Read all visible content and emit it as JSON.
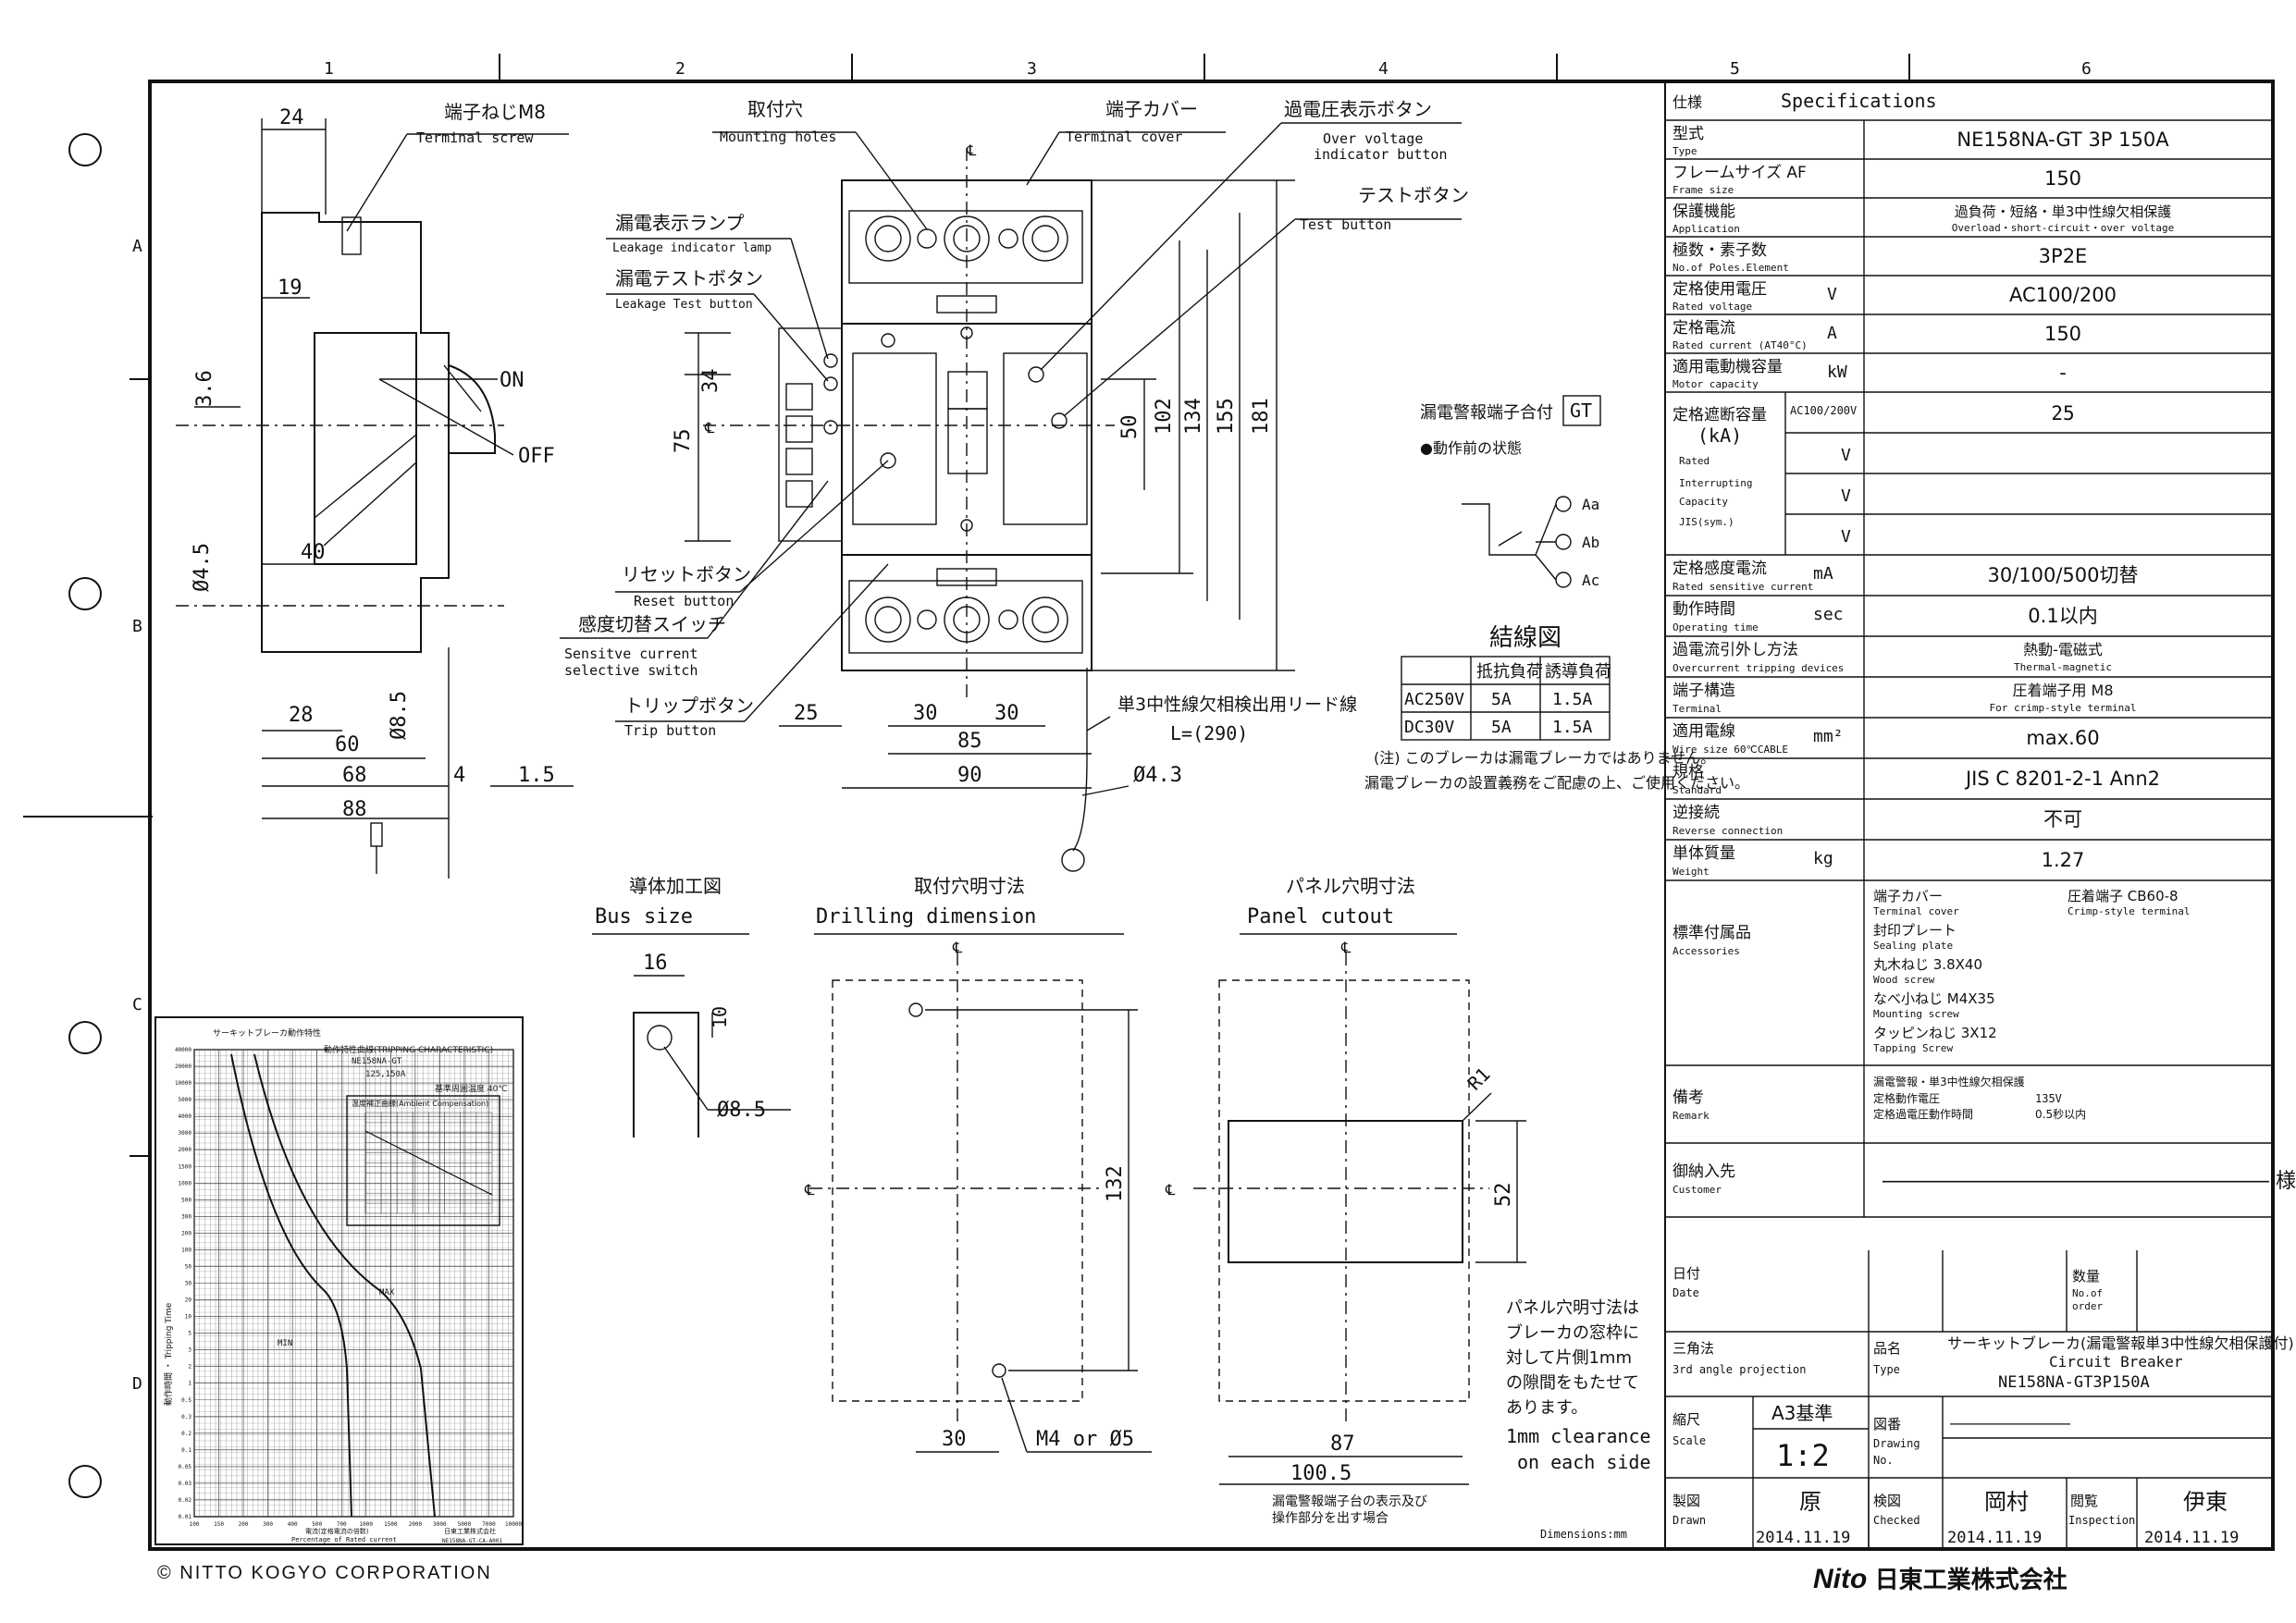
{
  "grid": {
    "cols": [
      "1",
      "2",
      "3",
      "4",
      "5",
      "6"
    ],
    "rows": [
      "A",
      "B",
      "C",
      "D"
    ]
  },
  "side_view": {
    "terminal_screw_jp": "端子ねじM8",
    "terminal_screw_en": "Terminal screw",
    "dims": {
      "d24": "24",
      "d19": "19",
      "d36": "3.6",
      "d45": "Ø4.5",
      "d40": "40",
      "d28": "28",
      "d60": "60",
      "d85": "Ø8.5",
      "d68": "68",
      "d4": "4",
      "d15": "1.5",
      "d88": "88"
    },
    "on": "ON",
    "off": "OFF"
  },
  "front_view": {
    "mounting_holes_jp": "取付穴",
    "mounting_holes_en": "Mounting holes",
    "terminal_cover_jp": "端子カバー",
    "terminal_cover_en": "Terminal cover",
    "ov_button_jp": "過電圧表示ボタン",
    "ov_button_en1": "Over voltage",
    "ov_button_en2": "indicator button",
    "test_button_jp": "テストボタン",
    "test_button_en": "Test button",
    "leak_lamp_jp": "漏電表示ランプ",
    "leak_lamp_en": "Leakage indicator lamp",
    "leak_test_jp": "漏電テストボタン",
    "leak_test_en": "Leakage Test button",
    "reset_jp": "リセットボタン",
    "reset_en": "Reset button",
    "sens_jp": "感度切替スイッチ",
    "sens_en1": "Sensitve current",
    "sens_en2": "selective switch",
    "trip_jp": "トリップボタン",
    "trip_en": "Trip button",
    "lead_jp": "単3中性線欠相検出用リード線",
    "lead_len": "L=(290)",
    "dims": {
      "d34": "34",
      "d75": "75",
      "d50": "50",
      "d102": "102",
      "d134": "134",
      "d155": "155",
      "d181": "181",
      "d25": "25",
      "d30a": "30",
      "d30b": "30",
      "d85": "85",
      "d90": "90",
      "d43": "Ø4.3"
    },
    "cl": "℄"
  },
  "alarm": {
    "title_jp": "漏電警報端子合付",
    "gt": "GT",
    "state_jp": "●動作前の状態",
    "aa": "Aa",
    "ab": "Ab",
    "ac": "Ac",
    "wiring_title": "結線図",
    "table_headers": [
      "",
      "抵抗負荷",
      "誘導負荷"
    ],
    "table_rows": [
      [
        "AC250V",
        "5A",
        "1.5A"
      ],
      [
        "DC30V",
        "5A",
        "1.5A"
      ]
    ],
    "note1": "(注) このブレーカは漏電ブレーカではありません。",
    "note2": "漏電ブレーカの設置義務をご配慮の上、ご使用ください。"
  },
  "bus": {
    "title_jp": "導体加工図",
    "title_en": "Bus size",
    "d16": "16",
    "d10": "10",
    "d85": "Ø8.5"
  },
  "drill": {
    "title_jp": "取付穴明寸法",
    "title_en": "Drilling dimension",
    "d132": "132",
    "d30": "30",
    "hole": "M4 or Ø5",
    "cl": "℄"
  },
  "panel": {
    "title_jp": "パネル穴明寸法",
    "title_en": "Panel cutout",
    "r1": "R1",
    "d52": "52",
    "d87": "87",
    "d1005": "100.5",
    "note_jp1": "漏電警報端子台の表示及び",
    "note_jp2": "操作部分を出す場合",
    "cl": "℄"
  },
  "panel_note": {
    "jp": [
      "パネル穴明寸法は",
      "ブレーカの窓枠に",
      "対して片側1mm",
      "の隙間をもたせて",
      "あります。"
    ],
    "en": [
      "1mm clearance",
      "on each side"
    ]
  },
  "dimensions_unit": "Dimensions:mm",
  "trip_chart": {
    "header": "サーキットブレーカ動作特性",
    "title": "動作特性曲線(TRIPPING CHARACTERISTIC)",
    "model": "NE158NA-GT",
    "ratings": "125,150A",
    "ambient": "基準周囲温度 40℃",
    "inset_title": "温度補正曲線(Ambient Compensation)",
    "min_label": "MIN",
    "max_label": "MAX",
    "y_label": "動作時間 ・ Tripping Time",
    "x_label_jp": "電流(定格電流の倍数)",
    "x_label_en": "Percentage of Rated current",
    "x_ticks": [
      "100",
      "150",
      "200",
      "300",
      "400",
      "500",
      "700",
      "1000",
      "1500",
      "2000",
      "3000",
      "5000",
      "7000",
      "10000"
    ],
    "y_ticks": [
      "40000",
      "20000",
      "10000",
      "5000",
      "4000",
      "3000",
      "2000",
      "1500",
      "1000",
      "500",
      "300",
      "200",
      "100",
      "50",
      "30",
      "20",
      "10",
      "5",
      "3",
      "2",
      "1",
      "0.5",
      "0.3",
      "0.2",
      "0.1",
      "0.05",
      "0.03",
      "0.02",
      "0.01"
    ],
    "company": "日東工業株式会社",
    "code": "NE158NA-GT-CA-A001"
  },
  "spec": {
    "header_jp": "仕様",
    "header_en": "Specifications",
    "rows": [
      {
        "jp": "型式",
        "en": "Type",
        "unit": "",
        "value": "NE158NA-GT 3P 150A"
      },
      {
        "jp": "フレームサイズ AF",
        "en": "Frame size",
        "unit": "",
        "value": "150"
      },
      {
        "jp": "保護機能",
        "en": "Application",
        "unit": "",
        "value": "過負荷・短絡・単3中性線欠相保護",
        "value2": "Overload・short-circuit・over voltage"
      },
      {
        "jp": "極数・素子数",
        "en": "No.of Poles.Element",
        "unit": "",
        "value": "3P2E"
      },
      {
        "jp": "定格使用電圧",
        "en": "Rated voltage",
        "unit": "V",
        "value": "AC100/200"
      },
      {
        "jp": "定格電流",
        "en": "Rated current (AT40°C)",
        "unit": "A",
        "value": "150"
      },
      {
        "jp": "適用電動機容量",
        "en": "Motor capacity",
        "unit": "kW",
        "value": "-"
      }
    ],
    "breaking": {
      "jp": "定格遮断容量",
      "unit": "(kA)",
      "en1": "Rated",
      "en2": "Interrupting",
      "en3": "Capacity",
      "en4": "JIS(sym.)",
      "ac": "AC100/200V",
      "v": "V",
      "value": "25"
    },
    "rows2": [
      {
        "jp": "定格感度電流",
        "en": "Rated sensitive current",
        "unit": "mA",
        "value": "30/100/500切替"
      },
      {
        "jp": "動作時間",
        "en": "Operating time",
        "unit": "sec",
        "value": "0.1以内"
      },
      {
        "jp": "過電流引外し方法",
        "en": "Overcurrent tripping devices",
        "unit": "",
        "value": "熱動-電磁式",
        "value2": "Thermal-magnetic"
      },
      {
        "jp": "端子構造",
        "en": "Terminal",
        "unit": "",
        "value": "圧着端子用 M8",
        "value2": "For crimp-style terminal"
      },
      {
        "jp": "適用電線",
        "en": "Wire size 60℃CABLE",
        "unit": "mm²",
        "value": "max.60"
      },
      {
        "jp": "規格",
        "en": "Standard",
        "unit": "",
        "value": "JIS C 8201-2-1 Ann2"
      },
      {
        "jp": "逆接続",
        "en": "Reverse connection",
        "unit": "",
        "value": "不可"
      },
      {
        "jp": "単体質量",
        "en": "Weight",
        "unit": "kg",
        "value": "1.27"
      }
    ],
    "accessories": {
      "jp": "標準付属品",
      "en": "Accessories",
      "items": [
        [
          "端子カバー",
          "Terminal cover"
        ],
        [
          "封印プレート",
          "Sealing plate"
        ],
        [
          "丸木ねじ 3.8X40",
          "Wood screw"
        ],
        [
          "なべ小ねじ M4X35",
          "Mounting screw"
        ],
        [
          "タッピンねじ 3X12",
          "Tapping Screw"
        ]
      ],
      "crimp_jp": "圧着端子 CB60-8",
      "crimp_en": "Crimp-style terminal"
    },
    "remark": {
      "jp": "備考",
      "en": "Remark",
      "l1": "漏電警報・単3中性線欠相保護",
      "l2": "定格動作電圧",
      "l2v": "135V",
      "l3": "定格過電圧動作時間",
      "l3v": "0.5秒以内"
    },
    "customer": {
      "jp": "御納入先",
      "en": "Customer",
      "value": "――――――――――――――――――― 様"
    }
  },
  "title_block": {
    "date_jp": "日付",
    "date_en": "Date",
    "qty_jp": "数量",
    "qty_en1": "No.of",
    "qty_en2": "order",
    "proj_jp": "三角法",
    "proj_en": "3rd angle projection",
    "name_jp": "品名",
    "name_en": "Type",
    "product_jp": "サーキットブレーカ(漏電警報単3中性線欠相保護付)",
    "product_en": "Circuit Breaker",
    "product_model": "NE158NA-GT3P150A",
    "scale_jp": "縮尺",
    "scale_en": "Scale",
    "a3": "A3基準",
    "scale": "1:2",
    "dwg_jp": "図番",
    "dwg_en1": "Drawing",
    "dwg_en2": "No.",
    "dwg_value": "――――――――――――",
    "drawn_jp": "製図",
    "drawn_en": "Drawn",
    "drawn_name": "原",
    "drawn_date": "2014.11.19",
    "checked_jp": "検図",
    "checked_en": "Checked",
    "checked_name": "岡村",
    "checked_date": "2014.11.19",
    "insp_jp": "閲覧",
    "insp_en": "Inspection",
    "insp_name": "伊東",
    "insp_date": "2014.11.19"
  },
  "footer": {
    "copyright": "© NITTO KOGYO CORPORATION",
    "logo": "Nito",
    "company": "日東工業株式会社"
  }
}
